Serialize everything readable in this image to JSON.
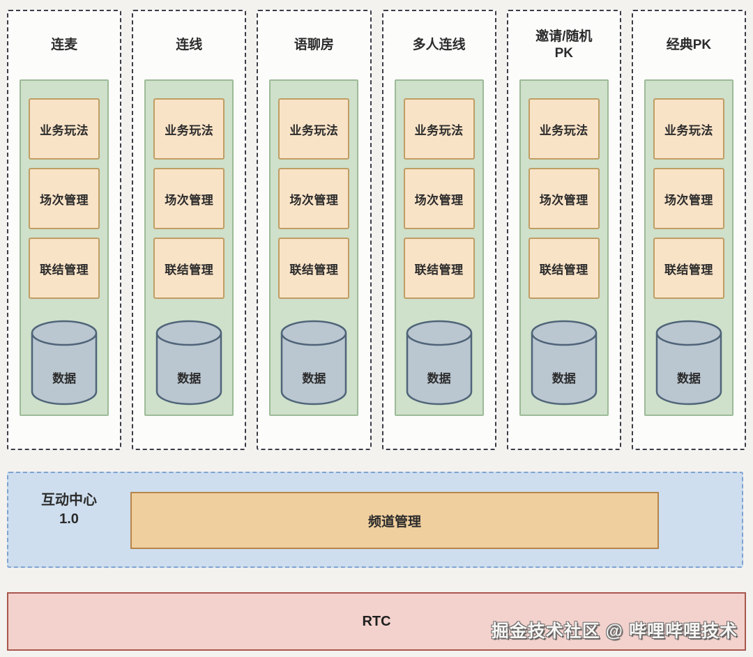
{
  "diagram": {
    "columns": [
      {
        "title": "连麦",
        "modules": [
          "业务玩法",
          "场次管理",
          "联结管理"
        ],
        "database_label": "数据"
      },
      {
        "title": "连线",
        "modules": [
          "业务玩法",
          "场次管理",
          "联结管理"
        ],
        "database_label": "数据"
      },
      {
        "title": "语聊房",
        "modules": [
          "业务玩法",
          "场次管理",
          "联结管理"
        ],
        "database_label": "数据"
      },
      {
        "title": "多人连线",
        "modules": [
          "业务玩法",
          "场次管理",
          "联结管理"
        ],
        "database_label": "数据"
      },
      {
        "title": "邀请/随机\nPK",
        "modules": [
          "业务玩法",
          "场次管理",
          "联结管理"
        ],
        "database_label": "数据"
      },
      {
        "title": "经典PK",
        "modules": [
          "业务玩法",
          "场次管理",
          "联结管理"
        ],
        "database_label": "数据"
      }
    ],
    "interaction_center": {
      "label": "互动中心\n1.0",
      "channel_box_label": "频道管理"
    },
    "rtc_label": "RTC",
    "watermark": "掘金技术社区 @ 哔哩哔哩技术",
    "colors": {
      "page_background": "#f3f2ef",
      "column_background": "#fcfcfb",
      "column_border": "#3c3c46",
      "panel_background": "#cfe0cb",
      "panel_border": "#9cba96",
      "module_background": "#f9e3c7",
      "module_border": "#bf9d63",
      "database_fill": "#bac6d0",
      "database_stroke": "#4f6478",
      "band_background": "#cedeee",
      "band_border": "#7fa2d0",
      "channel_background": "#f0cf9e",
      "channel_border": "#b5854a",
      "rtc_background": "#f3d2cd",
      "rtc_border": "#a8564e"
    }
  }
}
